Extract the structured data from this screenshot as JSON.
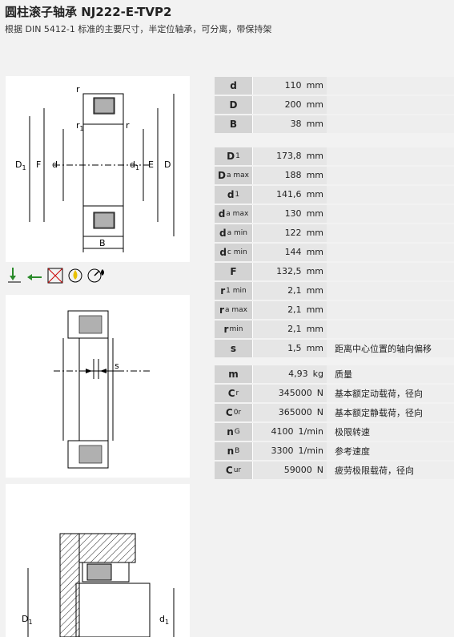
{
  "header": {
    "title": "圆柱滚子轴承 NJ222-E-TVP2",
    "subtitle": "根据 DIN 5412-1 标准的主要尺寸，半定位轴承，可分离，带保持架"
  },
  "drawing1": {
    "label_r_top": "r",
    "label_r1": "r",
    "label_r1_sub": "1",
    "label_r_right": "r",
    "label_D1": "D",
    "label_D1_sub": "1",
    "label_F": "F",
    "label_d": "d",
    "label_d1": "d",
    "label_d1_sub": "1",
    "label_E": "E",
    "label_D": "D",
    "label_B": "B"
  },
  "drawing2": {
    "label_s": "s"
  },
  "drawing3": {
    "label_D1": "D",
    "label_D1_sub": "1",
    "label_d1": "d",
    "label_d1_sub": "1"
  },
  "icons": [
    "radial-load-icon",
    "axial-load-icon",
    "not-separable-icon",
    "lubrication-icon",
    "speed-icon"
  ],
  "table1": [
    {
      "key": "d",
      "sub": "",
      "value": "110",
      "unit": "mm",
      "desc": ""
    },
    {
      "key": "D",
      "sub": "",
      "value": "200",
      "unit": "mm",
      "desc": ""
    },
    {
      "key": "B",
      "sub": "",
      "value": "38",
      "unit": "mm",
      "desc": ""
    }
  ],
  "table2": [
    {
      "key": "D",
      "sub": "1",
      "value": "173,8",
      "unit": "mm",
      "desc": ""
    },
    {
      "key": "D",
      "sub": "a max",
      "value": "188",
      "unit": "mm",
      "desc": ""
    },
    {
      "key": "d",
      "sub": "1",
      "value": "141,6",
      "unit": "mm",
      "desc": ""
    },
    {
      "key": "d",
      "sub": "a max",
      "value": "130",
      "unit": "mm",
      "desc": ""
    },
    {
      "key": "d",
      "sub": "a min",
      "value": "122",
      "unit": "mm",
      "desc": ""
    },
    {
      "key": "d",
      "sub": "c min",
      "value": "144",
      "unit": "mm",
      "desc": ""
    },
    {
      "key": "F",
      "sub": "",
      "value": "132,5",
      "unit": "mm",
      "desc": ""
    },
    {
      "key": "r",
      "sub": "1 min",
      "value": "2,1",
      "unit": "mm",
      "desc": ""
    },
    {
      "key": "r",
      "sub": "a max",
      "value": "2,1",
      "unit": "mm",
      "desc": ""
    },
    {
      "key": "r",
      "sub": "min",
      "value": "2,1",
      "unit": "mm",
      "desc": ""
    },
    {
      "key": "s",
      "sub": "",
      "value": "1,5",
      "unit": "mm",
      "desc": "距离中心位置的轴向偏移"
    }
  ],
  "table3": [
    {
      "key": "m",
      "sub": "",
      "value": "4,93",
      "unit": "kg",
      "desc": "质量"
    },
    {
      "key": "C",
      "sub": "r",
      "value": "345000",
      "unit": "N",
      "desc": "基本额定动载荷，径向"
    },
    {
      "key": "C",
      "sub": "0r",
      "value": "365000",
      "unit": "N",
      "desc": "基本额定静载荷，径向"
    },
    {
      "key": "n",
      "sub": "G",
      "value": "4100",
      "unit": "1/min",
      "desc": "极限转速"
    },
    {
      "key": "n",
      "sub": "B",
      "value": "3300",
      "unit": "1/min",
      "desc": "参考速度"
    },
    {
      "key": "C",
      "sub": "ur",
      "value": "59000",
      "unit": "N",
      "desc": "疲劳极限载荷，径向"
    }
  ]
}
